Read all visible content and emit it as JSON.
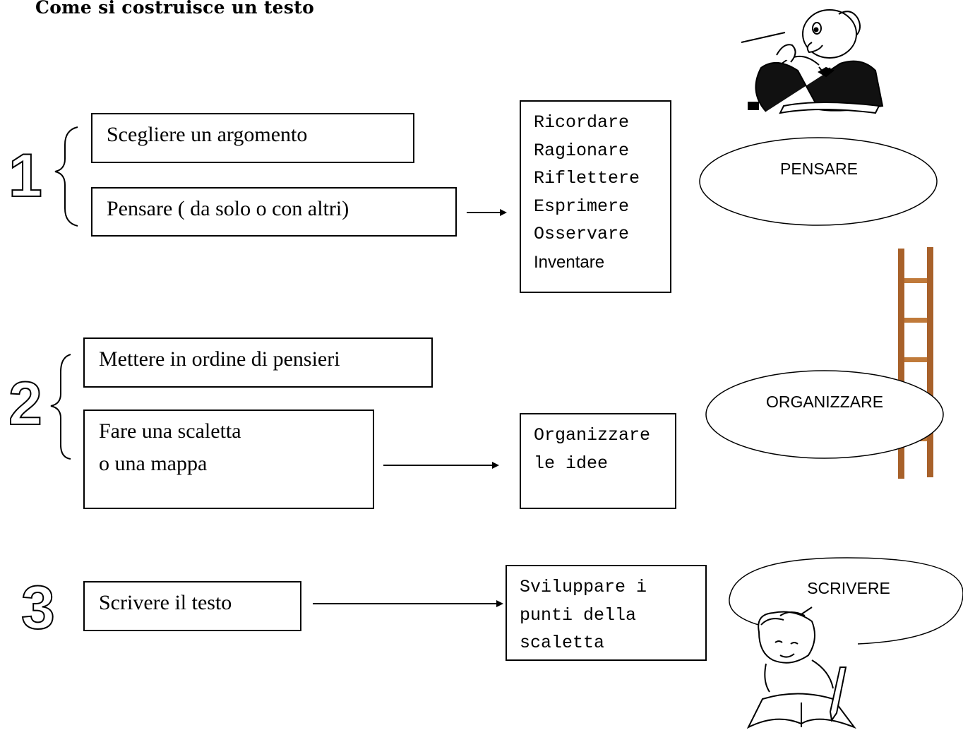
{
  "title": "Come si costruisce un testo",
  "steps": [
    {
      "number": "1",
      "actions": [
        "Scegliere un argomento",
        "Pensare ( da solo o con altri)"
      ],
      "detail": [
        "Ricordare",
        "Ragionare",
        "Riflettere",
        "Esprimere",
        "Osservare",
        "Inventare"
      ],
      "label": "PENSARE"
    },
    {
      "number": "2",
      "actions": [
        "Mettere in ordine di pensieri",
        "Fare una scaletta",
        "o una mappa"
      ],
      "detail": [
        "Organizzare",
        "le idee"
      ],
      "label": "ORGANIZZARE"
    },
    {
      "number": "3",
      "actions": [
        "Scrivere il testo"
      ],
      "detail": [
        "Sviluppare i",
        "punti della",
        "scaletta"
      ],
      "label": "SCRIVERE"
    }
  ],
  "icons": [
    "thinking-man-illustration",
    "ladder-illustration",
    "writing-child-illustration"
  ]
}
